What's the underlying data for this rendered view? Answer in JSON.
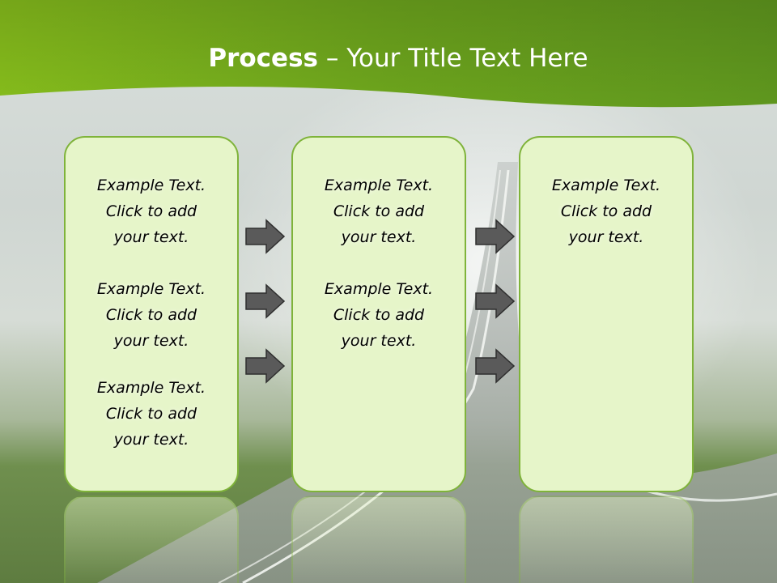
{
  "title": {
    "strong": "Process",
    "rest": " – Your Title Text Here"
  },
  "columns": [
    {
      "items": [
        {
          "lines": [
            "Example Text.",
            "Click  to add",
            "your text."
          ]
        },
        {
          "lines": [
            "Example Text.",
            "Click  to add",
            "your text."
          ]
        },
        {
          "lines": [
            "Example Text.",
            "Click  to add",
            "your text."
          ]
        }
      ]
    },
    {
      "items": [
        {
          "lines": [
            "Example Text.",
            "Click  to add",
            "your text."
          ]
        },
        {
          "lines": [
            "Example Text.",
            "Click  to add",
            "your text."
          ]
        }
      ]
    },
    {
      "items": [
        {
          "lines": [
            "Example Text.",
            "Click  to add",
            "your text."
          ]
        }
      ]
    }
  ],
  "colors": {
    "title_green": "#7cb31f",
    "box_fill": "#e6f5c9",
    "box_border": "#7fb33a",
    "arrow_fill": "#5a5a5a"
  },
  "icons": {
    "arrow": "arrow-right-icon"
  }
}
